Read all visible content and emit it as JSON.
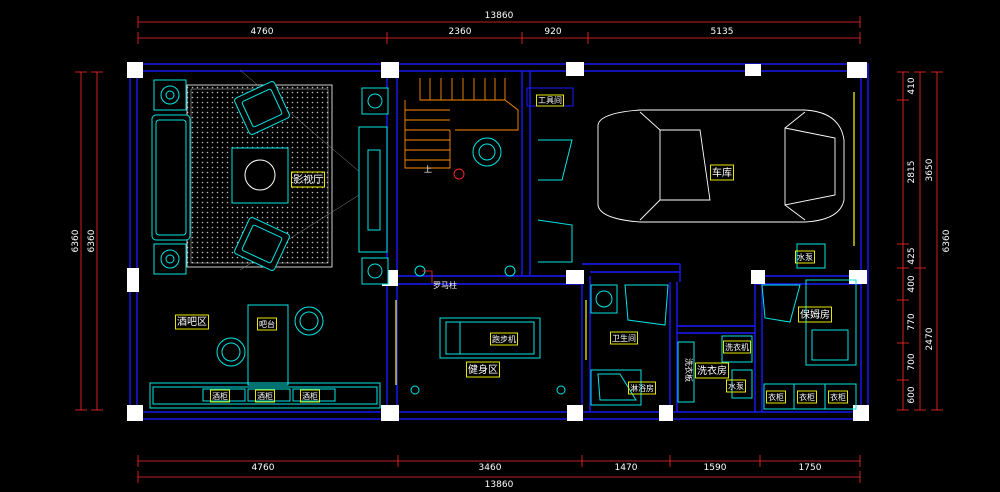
{
  "colors": {
    "background": "#000000",
    "dimension": "#ff2a2a",
    "wall": "#1a1aff",
    "furniture": "#00e5e5",
    "accent": "#ffff00",
    "column": "#ffffff",
    "stair": "#ff8a00",
    "text": "#ffffff"
  },
  "dimensions": {
    "top_total": "13860",
    "top_segments": [
      "4760",
      "2360",
      "920",
      "5135"
    ],
    "bottom_total": "13860",
    "bottom_segments": [
      "4760",
      "3460",
      "1470",
      "1590",
      "1750"
    ],
    "left_outer": "6360",
    "left_inner": "6360",
    "right_segments": [
      "410",
      "2815",
      "425",
      "400",
      "770",
      "700",
      "600"
    ],
    "right_mid": [
      "3650",
      "2470"
    ],
    "right_total": "6360"
  },
  "rooms": {
    "theater": "影视厅",
    "bar_area": "酒吧区",
    "bar_counter": "吧台",
    "wine_cabinets": [
      "酒柜",
      "酒柜",
      "酒柜"
    ],
    "tool_room": "工具间",
    "garage": "车库",
    "water_pump_top": "水泵",
    "roman_column": "罗马柱",
    "stair_up": "上",
    "treadmill": "跑步机",
    "gym": "健身区",
    "bathroom": "卫生间",
    "shower": "淋浴房",
    "laundry": "洗衣房",
    "washer": "洗衣机",
    "washboard": "洗衣板",
    "water_pump_bottom": "水泵",
    "nanny_room": "保姆房",
    "wardrobes": [
      "衣柜",
      "衣柜",
      "衣柜"
    ]
  }
}
